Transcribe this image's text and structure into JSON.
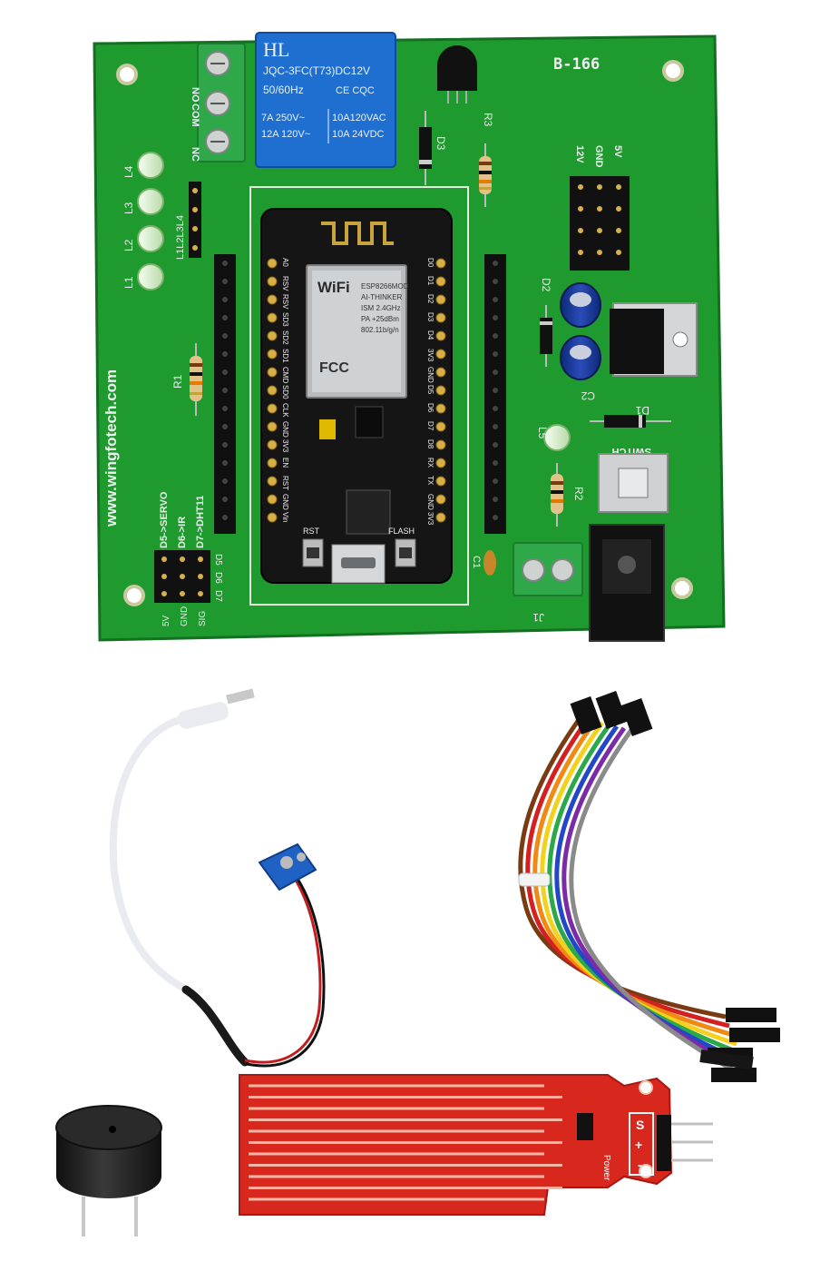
{
  "board": {
    "code": "B-166",
    "website": "www.wingfotech.com",
    "relay": {
      "brand": "HL",
      "model": "JQC-3FC(T73)DC12V",
      "freq": "50/60Hz",
      "cert": "CE CQC",
      "rating_a": "7A 250V~",
      "rating_b": "12A 120V~",
      "rating_c": "10A120VAC",
      "rating_d": "10A 24VDC"
    },
    "relay_terminals": [
      "NO",
      "COM",
      "NC"
    ],
    "led_labels": [
      "L4",
      "L3",
      "L2",
      "L1"
    ],
    "led_header": "L1L2L3L4",
    "resistors": [
      "R1",
      "R2",
      "R3"
    ],
    "diodes": [
      "D1",
      "D2",
      "D3"
    ],
    "capacitors": [
      "C1",
      "C2"
    ],
    "power_header": [
      "12V",
      "GND",
      "5V"
    ],
    "led5": "L5",
    "switch_label": "SWITCH",
    "connector": "J1",
    "io_notes": [
      "D5->SERVO",
      "D6->IR",
      "D7->DHT11"
    ],
    "io_header_left": [
      "5V",
      "GND",
      "SIG"
    ],
    "io_header_right": [
      "D5",
      "D6",
      "D7"
    ]
  },
  "mcu": {
    "wifi": "WiFi",
    "module_lines": [
      "ESP8266MOD",
      "AI-THINKER",
      "ISM 2.4GHz",
      "PA +25dBm",
      "802.11b/g/n"
    ],
    "fcc": "FCC",
    "btn_rst": "RST",
    "btn_flash": "FLASH",
    "pins_left": [
      "A0",
      "RSV",
      "RSV",
      "SD3",
      "SD2",
      "SD1",
      "CMD",
      "SD0",
      "CLK",
      "GND",
      "3V3",
      "EN",
      "RST",
      "GND",
      "Vin"
    ],
    "pins_right": [
      "D0",
      "D1",
      "D2",
      "D3",
      "D4",
      "3V3",
      "GND",
      "D5",
      "D6",
      "D7",
      "D8",
      "RX",
      "TX",
      "GND",
      "3V3"
    ]
  },
  "sensor": {
    "pins": [
      "S",
      "+",
      "-"
    ],
    "power_label": "Power"
  },
  "colors": {
    "pcb": "#1f9a2e",
    "pcb_dark": "#157a22",
    "relay": "#1e6fd0",
    "mcu": "#151515",
    "sensor": "#d8281e",
    "terminal": "#2fa84a",
    "buzzer": "#1b1b1b",
    "clip": "#1f62c4"
  }
}
